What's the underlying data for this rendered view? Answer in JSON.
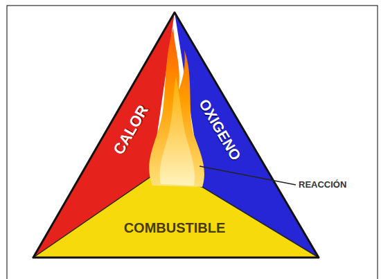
{
  "diagram": {
    "nodes": [
      {
        "text": [
          "CALOR"
        ]
      },
      {
        "text": [
          "OXIGENO"
        ]
      },
      {
        "text": [
          "COMBUSTIBLE"
        ]
      }
    ],
    "labels": [
      "REACCIÓN"
    ]
  }
}
